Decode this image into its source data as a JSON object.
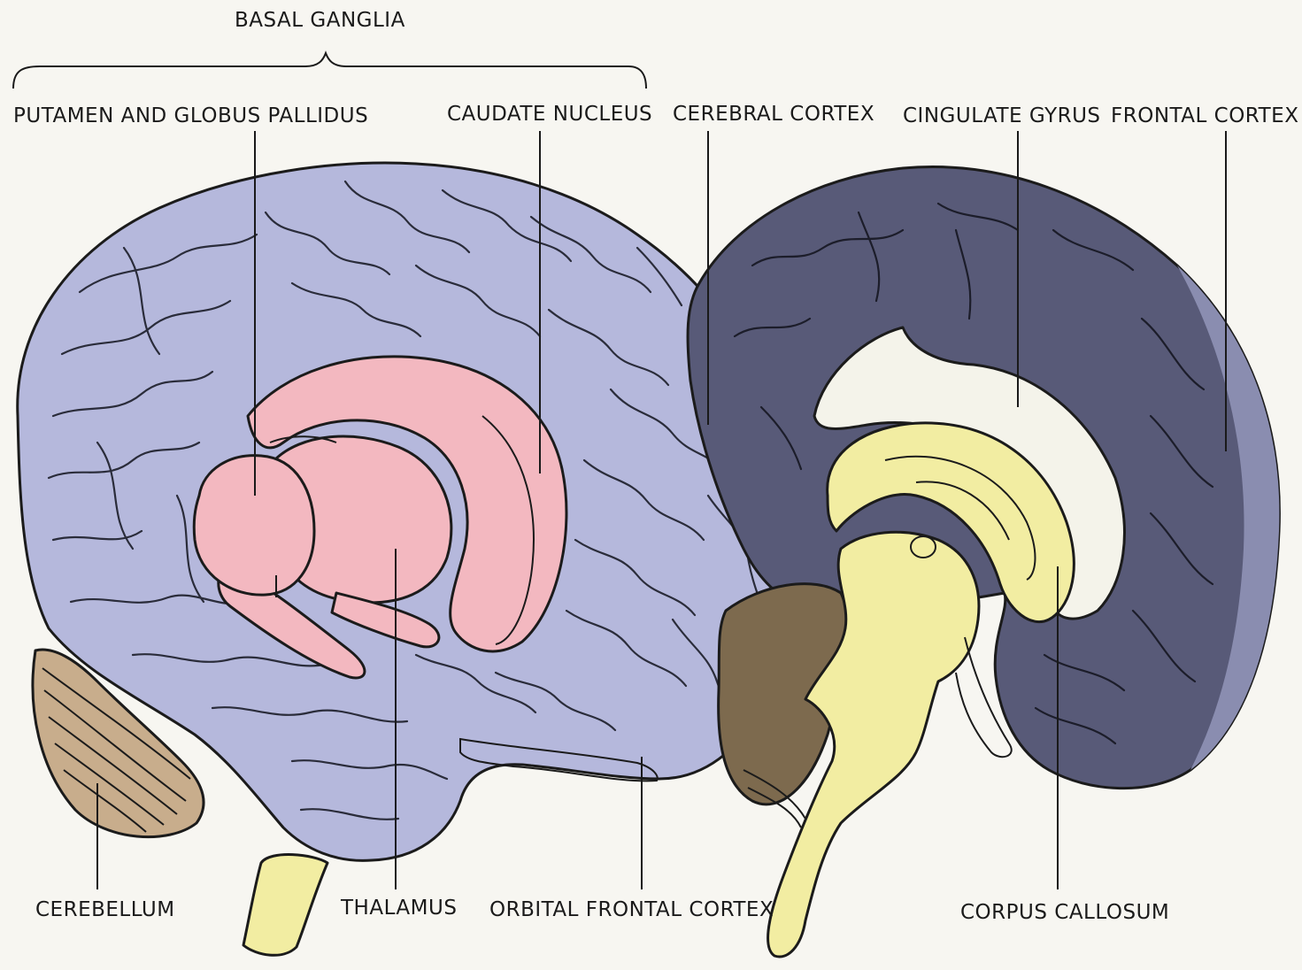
{
  "labels": {
    "basal_ganglia": "BASAL GANGLIA",
    "putamen_globus_pallidus": "PUTAMEN AND GLOBUS PALLIDUS",
    "caudate_nucleus": "CAUDATE NUCLEUS",
    "cerebral_cortex": "CEREBRAL CORTEX",
    "cingulate_gyrus": "CINGULATE GYRUS",
    "frontal_cortex": "FRONTAL CORTEX",
    "cerebellum": "CEREBELLUM",
    "thalamus": "THALAMUS",
    "orbital_frontal_cortex": "ORBITAL FRONTAL CORTEX",
    "corpus_callosum": "CORPUS CALLOSUM"
  },
  "colors": {
    "background": "#f7f6f1",
    "lateral_cortex": "#b5b8dc",
    "medial_cortex": "#585a78",
    "basal_ganglia": "#f3b8c0",
    "corpus_callosum": "#f4f3ea",
    "brainstem": "#f2eda2",
    "cerebellum": "#c8ad8c",
    "cerebellum_medial": "#7d6a4e"
  }
}
